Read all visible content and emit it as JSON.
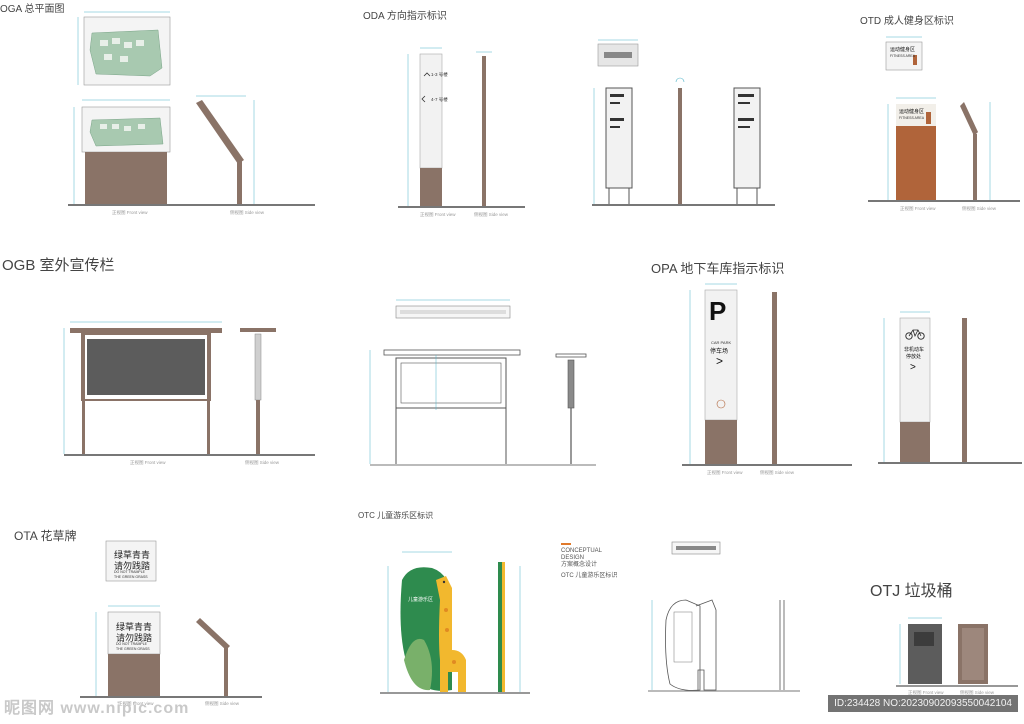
{
  "sections": {
    "oga": "OGA 总平面图",
    "oda": "ODA 方向指示标识",
    "otd": "OTD 成人健身区标识",
    "ogb": "OGB 室外宣传栏",
    "opa": "OPA 地下车库指示标识",
    "ota": "OTA 花草牌",
    "otc": "OTC 儿童游乐区标识",
    "otj": "OTJ 垃圾桶"
  },
  "concept": {
    "line1": "CONCEPTUAL",
    "line2": "DESIGN",
    "line3": "方案概念设计",
    "line4": "OTC 儿童游乐区标识"
  },
  "sign_text": {
    "parking_p": "P",
    "parking_en": "CAR PARK",
    "parking_cn": "停车场",
    "bike_cn1": "非机动车",
    "bike_cn2": "停放处",
    "arrow": ">",
    "fitness_cn": "运动健身区",
    "fitness_en": "FITNESS AREA",
    "grass_cn1": "绿草青青",
    "grass_cn2": "请勿践踏",
    "grass_en1": "DO NOT TRAMPLE",
    "grass_en2": "THE GREEN GRASS",
    "kids_cn": "儿童游乐区",
    "dir_line1": "1-3 号楼",
    "dir_line2": "4-7 号楼"
  },
  "view_labels": {
    "front": "正视图 Front view",
    "side": "侧视图 Side view"
  },
  "watermark": {
    "site": "昵图网 www.nipic.com",
    "id": "ID:234428 NO:20230902093550042104"
  },
  "colors": {
    "brown": "#8a7367",
    "rust": "#b0643a",
    "panel_dark": "#5c5c5c",
    "giraffe_yellow": "#f2b82e",
    "leaf_green": "#2e8b4e",
    "dim_cyan": "#4fb3c8",
    "ground": "#777777"
  }
}
